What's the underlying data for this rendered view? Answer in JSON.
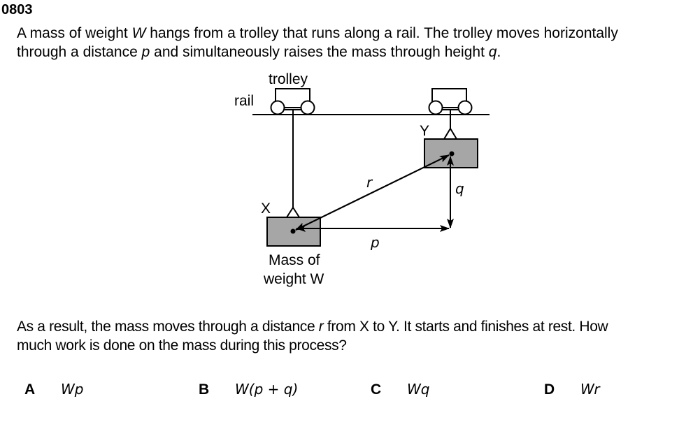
{
  "question": {
    "number": "0803",
    "stem": {
      "line1_pre": "A mass of weight ",
      "line1_var": "W",
      "line1_post": " hangs from a trolley that runs along a rail. The trolley moves horizontally",
      "line2_pre": "through a distance ",
      "line2_var1": "p",
      "line2_mid": " and simultaneously raises the mass through height ",
      "line2_var2": "q",
      "line2_post": "."
    },
    "followup": {
      "line1_pre": "As a result, the mass moves through a distance ",
      "line1_var": "r",
      "line1_post": " from X to Y. It starts and finishes at rest. How",
      "line2": "much work is done on the mass during this process?"
    }
  },
  "diagram": {
    "labels": {
      "trolley": "trolley",
      "rail": "rail",
      "point_x": "X",
      "point_y": "Y",
      "distance_r": "r",
      "distance_p": "p",
      "height_q": "q",
      "mass_line1": "Mass of",
      "mass_line2": "weight W"
    },
    "colors": {
      "mass_fill": "#a6a6a6",
      "stroke": "#000000"
    }
  },
  "options": [
    {
      "letter": "A",
      "expression": "Wp"
    },
    {
      "letter": "B",
      "expression": "W(p + q)"
    },
    {
      "letter": "C",
      "expression": "Wq"
    },
    {
      "letter": "D",
      "expression": "Wr"
    }
  ]
}
